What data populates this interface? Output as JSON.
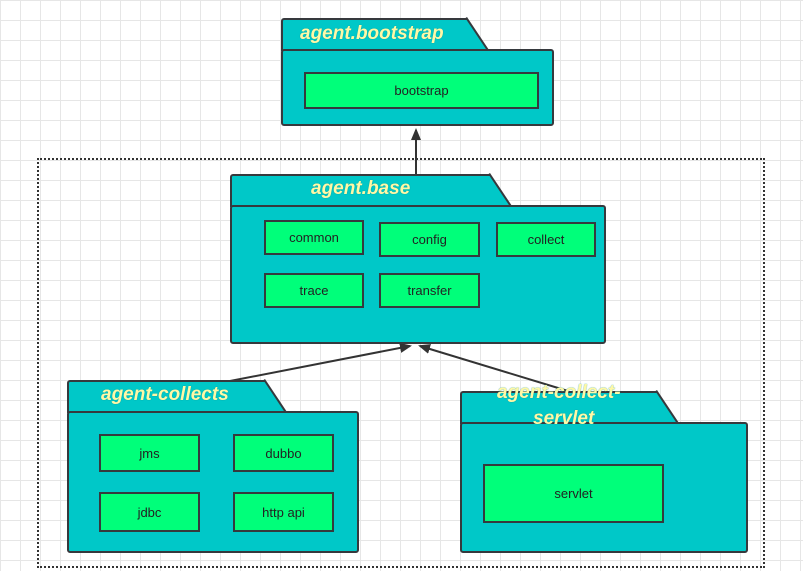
{
  "packages": {
    "bootstrap": {
      "title": "agent.bootstrap",
      "modules": [
        "bootstrap"
      ]
    },
    "base": {
      "title": "agent.base",
      "modules": [
        "common",
        "config",
        "collect",
        "trace",
        "transfer"
      ]
    },
    "collects": {
      "title": "agent-collects",
      "modules": [
        "jms",
        "dubbo",
        "jdbc",
        "http api"
      ]
    },
    "servlet": {
      "title_line1": "agent-collect-",
      "title_line2": "servlet",
      "modules": [
        "servlet"
      ]
    }
  },
  "colors": {
    "package_fill": "#00c8c8",
    "module_fill": "#00ff7a",
    "title_text": "#fff8a6",
    "border": "#36393d"
  }
}
